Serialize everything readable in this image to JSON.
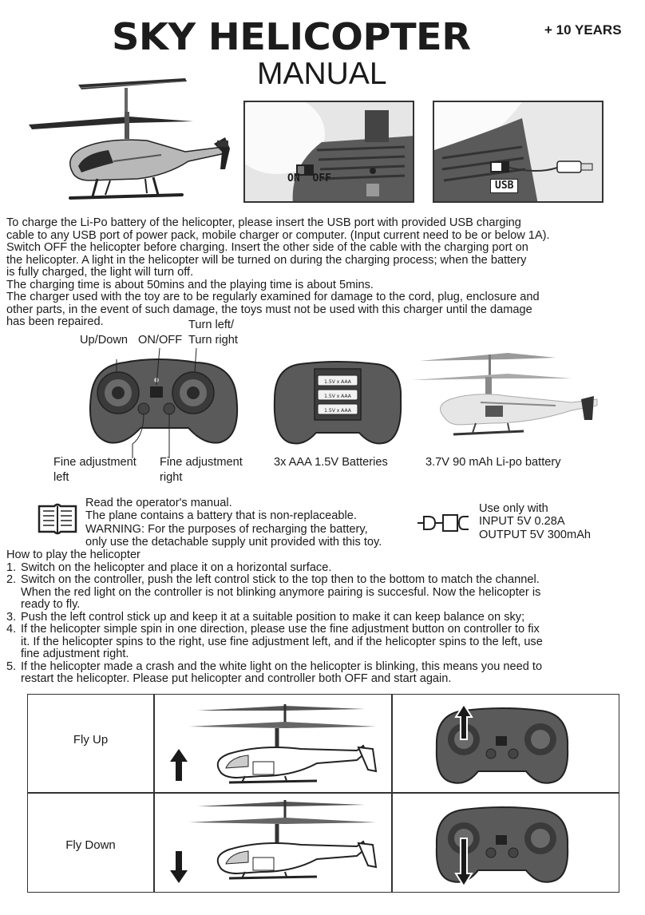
{
  "header": {
    "title": "SKY HELICOPTER",
    "age": "+ 10 YEARS",
    "subtitle": "MANUAL"
  },
  "photos": {
    "switch_labels": {
      "on": "ON",
      "off": "OFF"
    },
    "usb_label": "USB"
  },
  "charging_text": [
    "To charge the Li-Po battery of the helicopter, please insert the USB port with provided USB charging",
    "cable to any USB port of power pack, mobile charger or computer. (Input current need to be or below 1A).",
    "Switch OFF the helicopter before charging. Insert the other side of the cable with the charging port on",
    "the helicopter. A light in the helicopter will be turned on during the charging process; when the battery",
    "is fully charged, the light will turn off.",
    "The charging time is about 50mins and the playing time is about 5mins.",
    "The charger used with the toy are to be regularly examined for damage to the cord, plug, enclosure and",
    "other parts, in the event of such damage, the toys must not be used with this charger until the damage",
    "has been repaired."
  ],
  "controller_labels": {
    "up_down": "Up/Down",
    "on_off": "ON/OFF",
    "turn_line1": "Turn left/",
    "turn_line2": "Turn right",
    "fine_left_1": "Fine adjustment",
    "fine_left_2": "left",
    "fine_right_1": "Fine adjustment",
    "fine_right_2": "right",
    "batteries": "3x AAA 1.5V Batteries",
    "battery_cell": "1.5V x AAA",
    "lipo": "3.7V 90 mAh Li-po battery"
  },
  "warnings": {
    "lines": [
      "Read the operator's manual.",
      "The plane contains a battery that is non-replaceable.",
      "WARNING: For the purposes of recharging the battery,",
      "only use the detachable supply unit provided with this toy."
    ],
    "power_lines": [
      "Use only with",
      "INPUT 5V 0.28A",
      "OUTPUT 5V 300mAh"
    ]
  },
  "howto": {
    "heading": "How to play the helicopter",
    "steps": [
      {
        "n": "1.",
        "lines": [
          "Switch on the helicopter and place it on a horizontal surface."
        ]
      },
      {
        "n": "2.",
        "lines": [
          "Switch on the controller, push the left control stick to the top then to the bottom to match the channel.",
          "When the red light on the controller is not blinking anymore pairing is succesful. Now the helicopter is",
          "ready to fly."
        ]
      },
      {
        "n": "3.",
        "lines": [
          "Push the left control stick up and keep it at a suitable position to make it can keep balance on sky;"
        ]
      },
      {
        "n": "4.",
        "lines": [
          "If the helicopter simple spin in one direction, please use the fine adjustment button on controller to fix",
          "it. If the helicopter spins to the right, use fine adjustment left, and if the helicopter spins to the left, use",
          "fine adjustment right."
        ]
      },
      {
        "n": "5.",
        "lines": [
          "If the helicopter made a crash and the white light on the helicopter is blinking, this means you need to",
          "restart the helicopter. Please put helicopter and controller both OFF and start again."
        ]
      }
    ]
  },
  "table": {
    "rows": [
      {
        "label": "Fly Up",
        "direction": "up"
      },
      {
        "label": "Fly Down",
        "direction": "down"
      }
    ]
  },
  "colors": {
    "ink": "#1a1a1a",
    "controller_body": "#5a5a5a",
    "controller_dark": "#2b2b2b",
    "helicopter_light": "#cfcfcf"
  }
}
